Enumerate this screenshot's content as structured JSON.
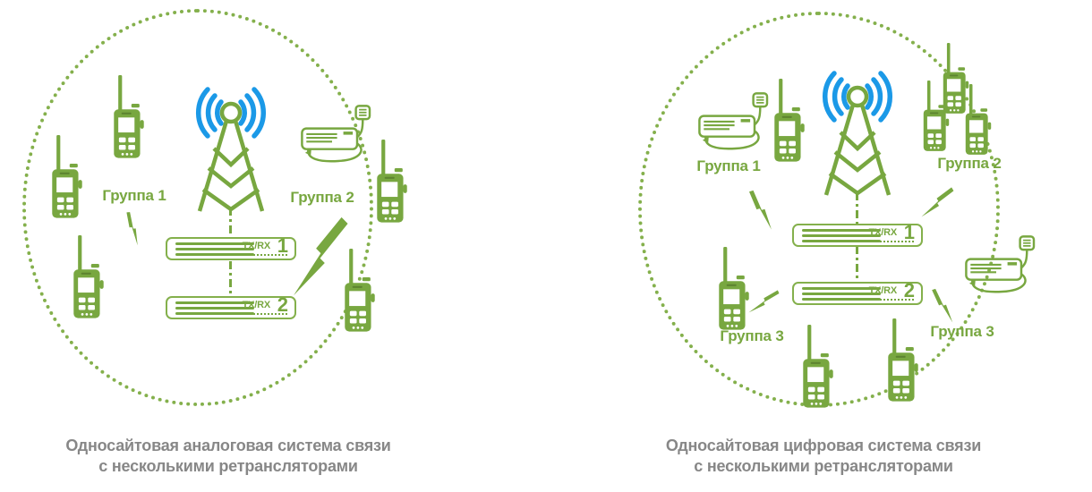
{
  "colors": {
    "green": "#78a740",
    "greenBorder": "#84b04c",
    "blue": "#1b99e7",
    "gray": "#878787"
  },
  "icons": {
    "tower": "antenna-tower-icon",
    "waves": "radio-waves-icon",
    "walkie": "portable-radio-icon",
    "mobile": "mobile-radio-icon",
    "bolt": "lightning-bolt-icon",
    "repeater": "repeater-box"
  },
  "left": {
    "caption": {
      "line1": "Односайтовая аналоговая система связи",
      "line2": "с несколькими ретрансляторами"
    },
    "groups": [
      {
        "label": "Группа 1"
      },
      {
        "label": "Группа 2"
      }
    ],
    "repeaters": [
      {
        "label": "TX/RX",
        "number": "1"
      },
      {
        "label": "TX/RX",
        "number": "2"
      }
    ]
  },
  "right": {
    "caption": {
      "line1": "Односайтовая цифровая система связи",
      "line2": "с несколькими ретрансляторами"
    },
    "groups": [
      {
        "label": "Группа 1"
      },
      {
        "label": "Группа 2"
      },
      {
        "label": "Группа 3"
      },
      {
        "label": "Группа 3"
      }
    ],
    "repeaters": [
      {
        "label": "TX/RX",
        "number": "1"
      },
      {
        "label": "TX/RX",
        "number": "2"
      }
    ]
  }
}
